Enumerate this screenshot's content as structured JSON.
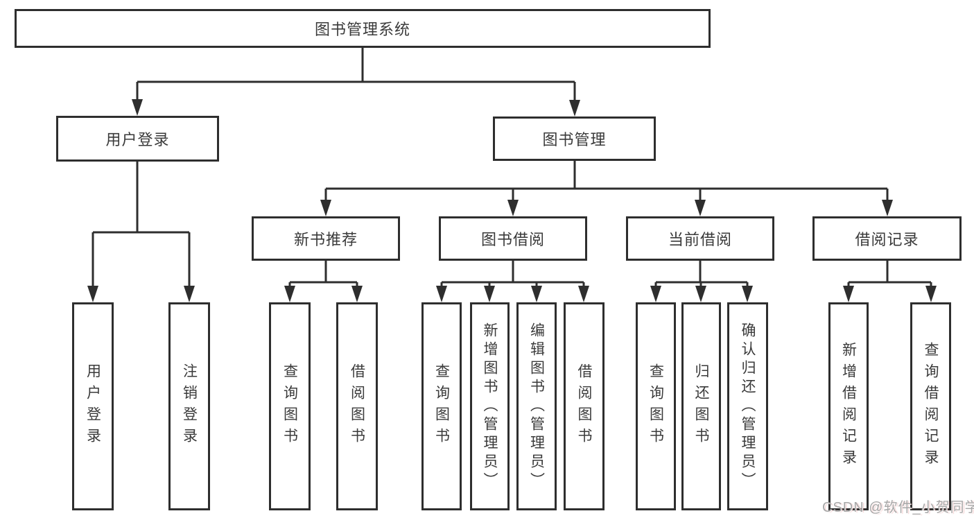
{
  "diagram": {
    "root": {
      "label": "图书管理系统"
    },
    "branches": [
      {
        "label": "用户登录",
        "children": [
          {
            "label": "用户登录"
          },
          {
            "label": "注销登录"
          }
        ]
      },
      {
        "label": "图书管理",
        "children": [
          {
            "label": "新书推荐",
            "children": [
              {
                "label": "查询图书"
              },
              {
                "label": "借阅图书"
              }
            ]
          },
          {
            "label": "图书借阅",
            "children": [
              {
                "label": "查询图书"
              },
              {
                "label": "新增图书（管理员）"
              },
              {
                "label": "编辑图书（管理员）"
              },
              {
                "label": "借阅图书"
              }
            ]
          },
          {
            "label": "当前借阅",
            "children": [
              {
                "label": "查询图书"
              },
              {
                "label": "归还图书"
              },
              {
                "label": "确认归还（管理员）"
              }
            ]
          },
          {
            "label": "借阅记录",
            "children": [
              {
                "label": "新增借阅记录"
              },
              {
                "label": "查询借阅记录"
              }
            ]
          }
        ]
      }
    ]
  },
  "watermark": {
    "text": "CSDN @软件_小贺同学"
  },
  "colors": {
    "line": "#2e2e2e",
    "text": "#3a3a3a",
    "background": "#ffffff",
    "watermark": "#a8a8a8"
  }
}
